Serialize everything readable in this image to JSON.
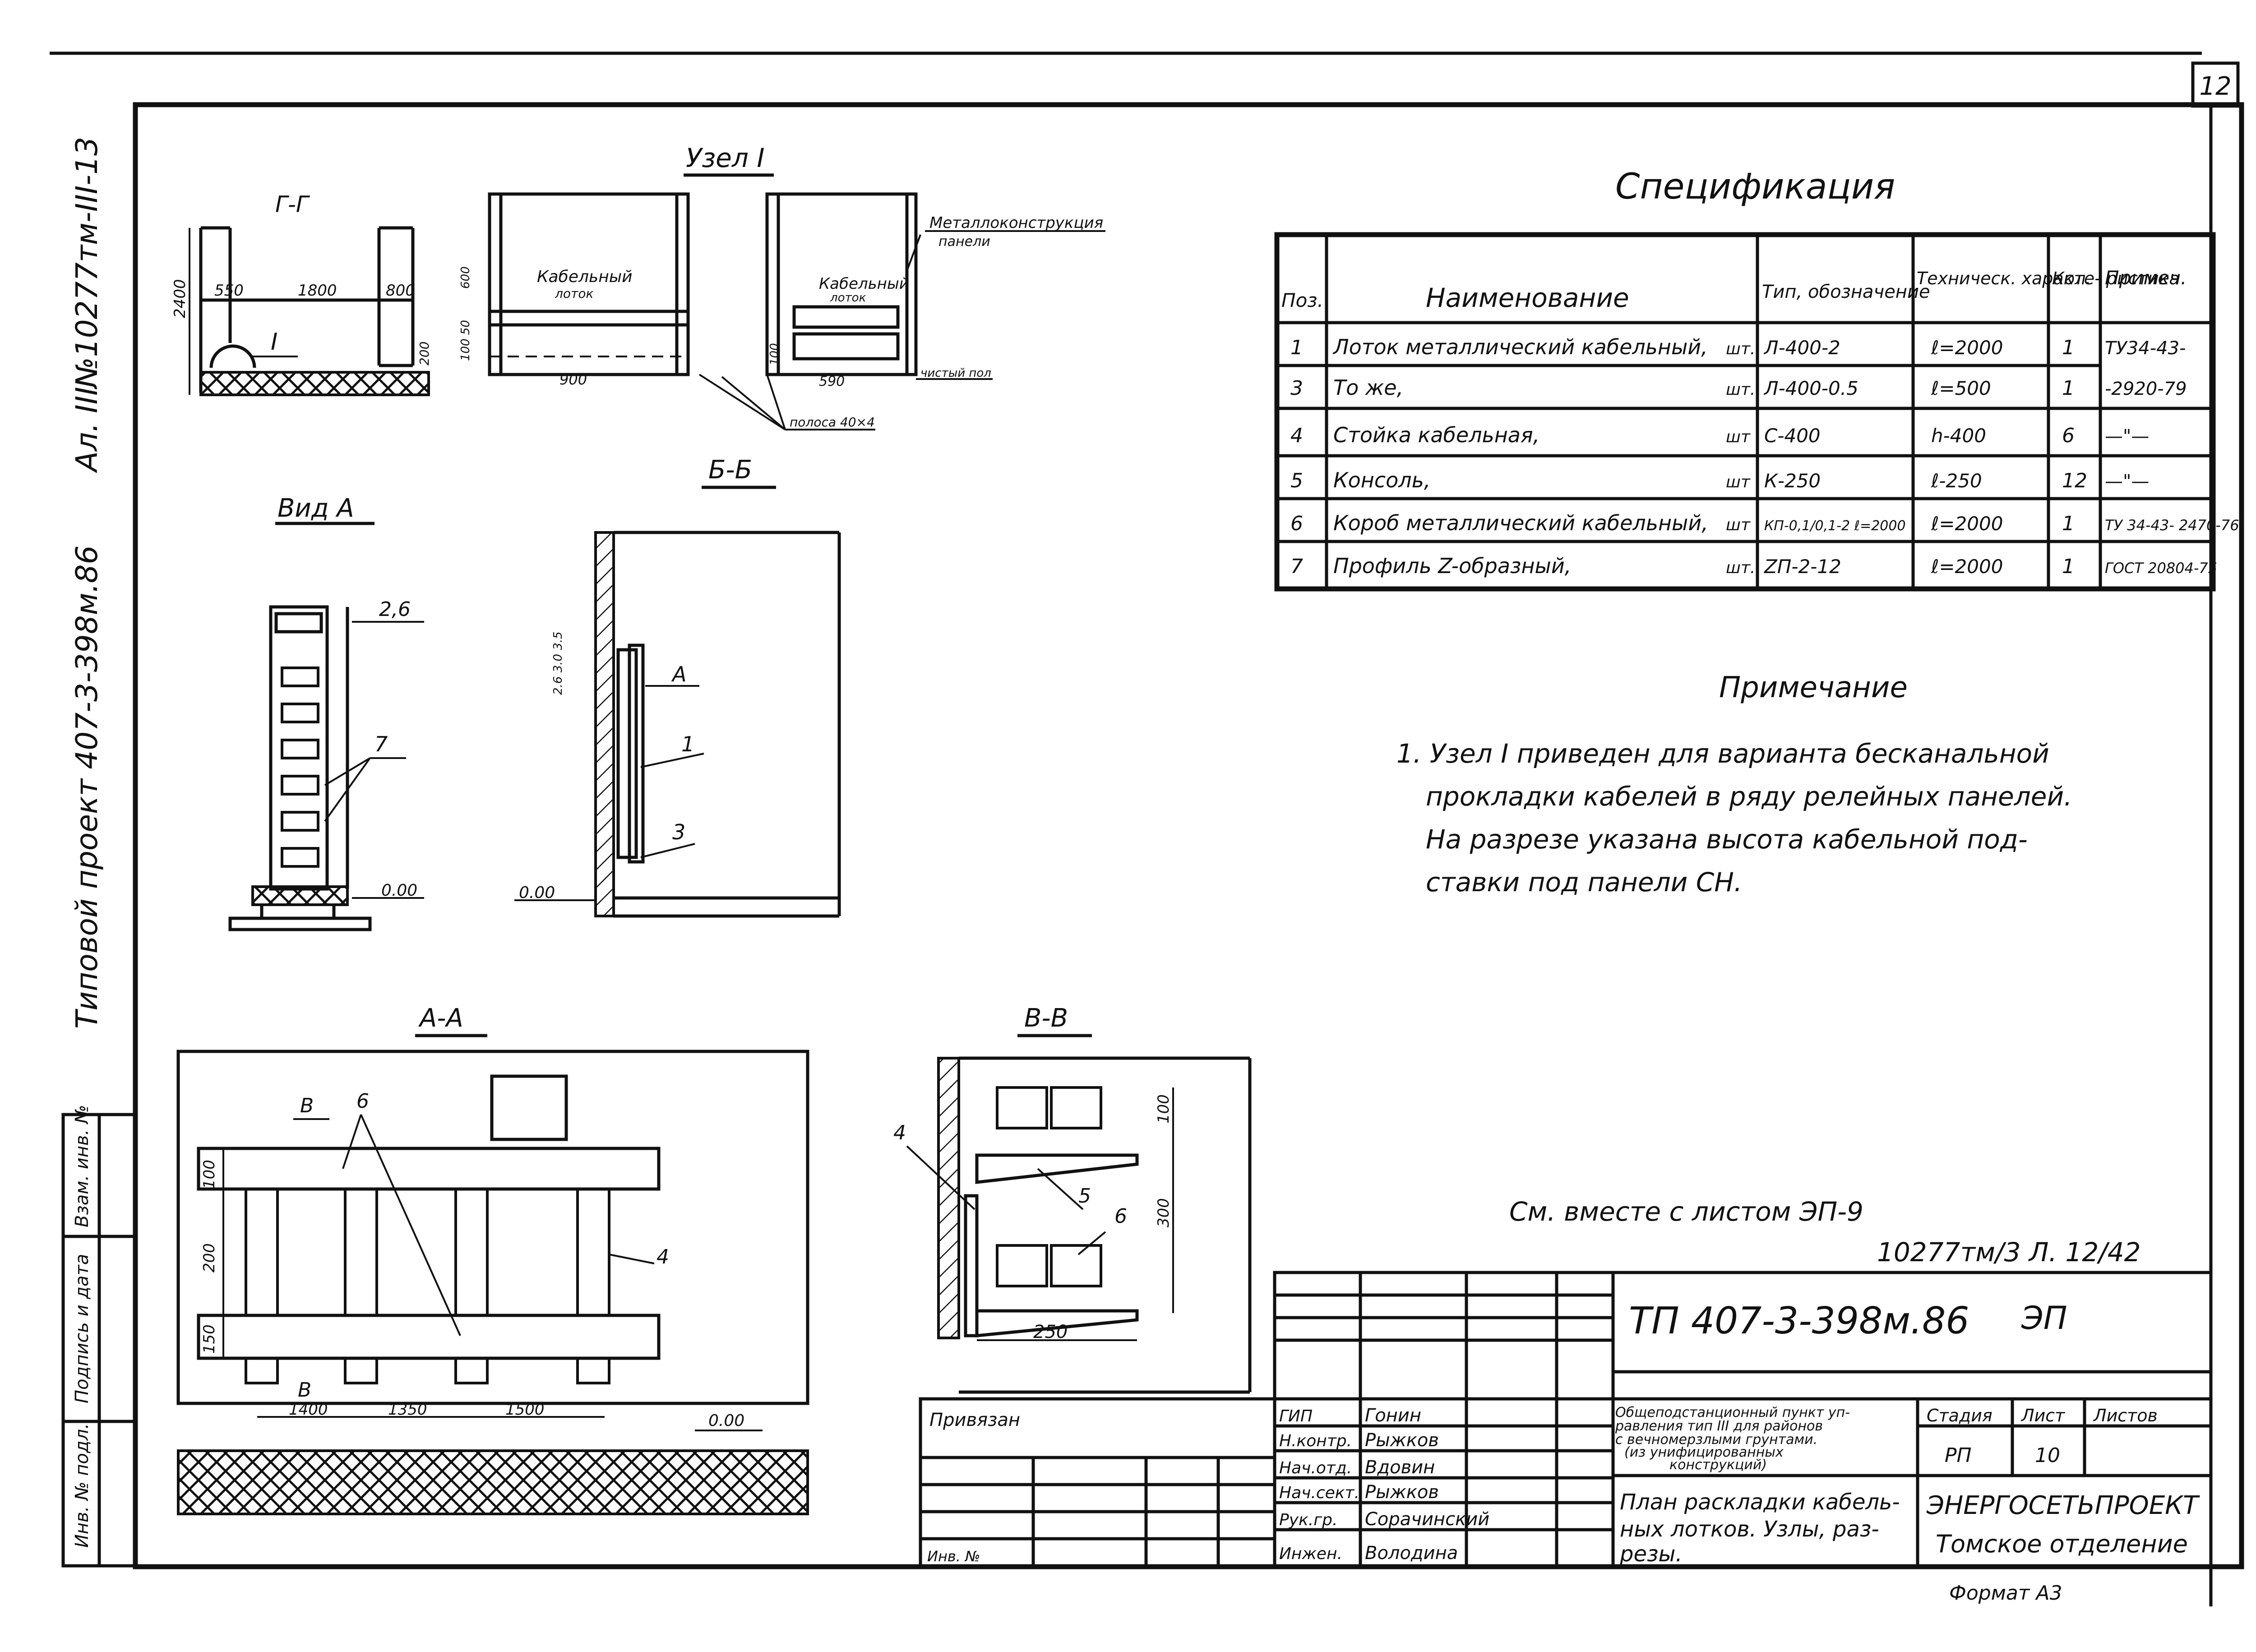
{
  "sheet_number": "12",
  "side_stamp": {
    "project": "Типовой проект 407-3-398м.86",
    "album": "Ал. III",
    "number": "№10277тм-III-13"
  },
  "side_columns": [
    "Инв. № подл.",
    "Подпись и дата",
    "Взам. инв. №"
  ],
  "views": {
    "node_title": "Узел I",
    "gg": "Г-Г",
    "vid_a": "Вид А",
    "bb": "Б-Б",
    "aa": "А-А",
    "vv": "В-В"
  },
  "gg_dims": [
    "2400",
    "550",
    "1800",
    "800",
    "200"
  ],
  "gg_marker": "I",
  "node_labels": {
    "tray_1": "Кабельный",
    "tray_1b": "лоток",
    "tray_2": "Кабельный",
    "tray_2b": "лоток",
    "metal": "Металлоконструкция",
    "metal_b": "панели",
    "strip": "полоса 40×4",
    "floor": "чистый пол",
    "dim_900": "900",
    "dim_590": "590",
    "dim_100_50": "100 50",
    "dim_600": "600",
    "dim_100": "100"
  },
  "vid_a_labels": {
    "dim": "2,6",
    "mark7": "7",
    "level": "0.00"
  },
  "bb_labels": {
    "a": "А",
    "n1": "1",
    "n3": "3",
    "level": "0.00",
    "vert": "2.6 3.0 3.5"
  },
  "aa_labels": {
    "b_top": "В",
    "n6": "6",
    "n4": "4",
    "b_bottom": "В",
    "dims_v": [
      "100",
      "200",
      "150"
    ],
    "dims_h": [
      "1400",
      "1350",
      "1500"
    ],
    "level": "0.00"
  },
  "vv_labels": {
    "n4": "4",
    "n5": "5",
    "n6": "6",
    "d100": "100",
    "d300": "300",
    "d250": "250"
  },
  "spec": {
    "title": "Спецификация",
    "headers": [
      "Поз.",
      "Наименование",
      "Тип, обозначение",
      "Техническ. характе- ристика",
      "Кол.",
      "Примеч."
    ],
    "rows": [
      {
        "pos": "1",
        "name": "Лоток металлический кабельный,",
        "unit": "шт.",
        "type": "Л-400-2",
        "char": "ℓ=2000",
        "qty": "1",
        "note": "ТУ34-43-"
      },
      {
        "pos": "3",
        "name": "То же,",
        "unit": "шт.",
        "type": "Л-400-0.5",
        "char": "ℓ=500",
        "qty": "1",
        "note": "-2920-79"
      },
      {
        "pos": "4",
        "name": "Стойка кабельная,",
        "unit": "шт",
        "type": "С-400",
        "char": "h-400",
        "qty": "6",
        "note": "—\"—"
      },
      {
        "pos": "5",
        "name": "Консоль,",
        "unit": "шт",
        "type": "К-250",
        "char": "ℓ-250",
        "qty": "12",
        "note": "—\"—"
      },
      {
        "pos": "6",
        "name": "Короб металлический кабельный,",
        "unit": "шт",
        "type": "КП-0,1/0,1-2 ℓ=2000",
        "char": "ℓ=2000",
        "qty": "1",
        "note": "ТУ 34-43- 2470-76"
      },
      {
        "pos": "7",
        "name": "Профиль Z-образный,",
        "unit": "шт.",
        "type": "ZП-2-12",
        "char": "ℓ=2000",
        "qty": "1",
        "note": "ГОСТ 20804-75"
      }
    ]
  },
  "note": {
    "title": "Примечание",
    "lines": [
      "1. Узел I приведен для варианта бесканальной",
      "прокладки кабелей в ряду релейных панелей.",
      "На разрезе указана высота кабельной под-",
      "ставки под панели СН."
    ]
  },
  "see_also": "См. вместе с листом ЭП-9",
  "handwritten_ref": "10277тм/3 Л. 12/42",
  "title_block": {
    "code": "ТП 407-3-398м.86",
    "mark": "ЭП",
    "privyazan": "Привязан",
    "inv_no": "Инв. №",
    "roles": [
      {
        "role": "ГИП",
        "name": "Гонин"
      },
      {
        "role": "Н.контр.",
        "name": "Рыжков"
      },
      {
        "role": "Нач.отд.",
        "name": "Вдовин"
      },
      {
        "role": "Нач.сект.",
        "name": "Рыжков"
      },
      {
        "role": "Рук.гр.",
        "name": "Сорачинский"
      },
      {
        "role": "Инжен.",
        "name": "Володина"
      }
    ],
    "object_lines": [
      "Общеподстанционный пункт уп-",
      "равления тип III для районов",
      "с вечномерзлыми грунтами.",
      "(из унифицированных",
      "конструкций)"
    ],
    "stage_label": "Стадия",
    "sheet_label": "Лист",
    "sheets_label": "Листов",
    "stage": "РП",
    "sheet": "10",
    "drawing_lines": [
      "План раскладки кабель-",
      "ных лотков. Узлы, раз-",
      "резы."
    ],
    "org": "ЭНЕРГОСЕТЬПРОЕКТ",
    "branch": "Томское отделение",
    "format": "Формат А3"
  }
}
